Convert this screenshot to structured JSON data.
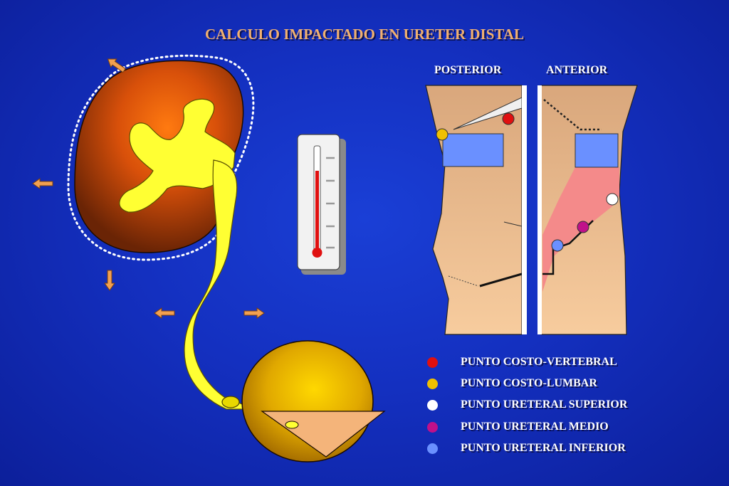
{
  "title": "CALCULO IMPACTADO EN URETER DISTAL",
  "views": {
    "posterior": "POSTERIOR",
    "anterior": "ANTERIOR"
  },
  "legend": [
    {
      "label": "PUNTO COSTO-VERTEBRAL",
      "color": "#e01010"
    },
    {
      "label": "PUNTO COSTO-LUMBAR",
      "color": "#f0c000"
    },
    {
      "label": "PUNTO URETERAL SUPERIOR",
      "color": "#ffffff"
    },
    {
      "label": "PUNTO URETERAL MEDIO",
      "color": "#c0108a"
    },
    {
      "label": "PUNTO URETERAL INFERIOR",
      "color": "#6a90ff"
    }
  ],
  "colors": {
    "kidney": "#7a2a06",
    "collecting_system": "#ffff33",
    "bladder": "#c89200",
    "arrows": "#f2a050",
    "skin": "#e8b88a",
    "thermometer_column": "#e01010"
  },
  "icons": [
    "thermometer-icon",
    "arrow-icon"
  ]
}
